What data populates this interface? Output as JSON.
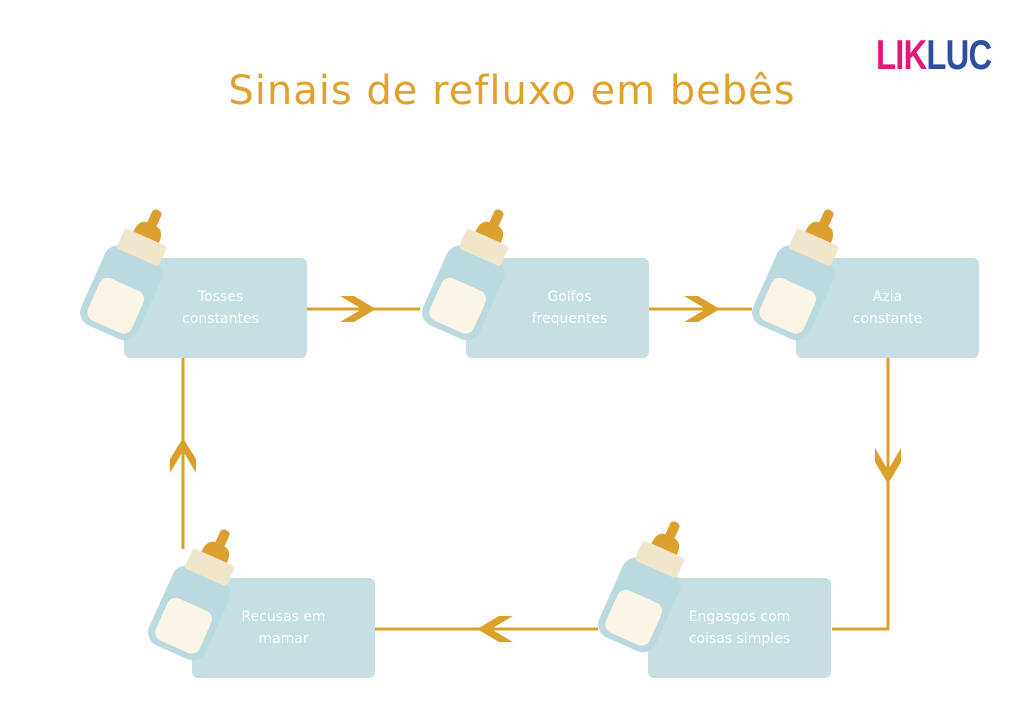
{
  "title": "Sinais de refluxo em bebês",
  "logo": {
    "part1": "LIK",
    "part2": "LUC"
  },
  "colors": {
    "title": "#E0A12D",
    "box": "#C6DFE2",
    "arrow": "#DBA02A",
    "logo_pink": "#E2177A",
    "logo_blue": "#2F4FA1",
    "bottle_body": "#BBDADF",
    "bottle_milk": "#FAF5E6",
    "bottle_ring": "#EFE6CB",
    "bottle_teat": "#DCA02E"
  },
  "steps": [
    {
      "line1": "Tosses",
      "line2": "constantes"
    },
    {
      "line1": "Golfos",
      "line2": "frequentes"
    },
    {
      "line1": "Azia",
      "line2": "constante"
    },
    {
      "line1": "Engasgos com",
      "line2": "coisas simples"
    },
    {
      "line1": "Recusas em",
      "line2": "mamar"
    }
  ]
}
